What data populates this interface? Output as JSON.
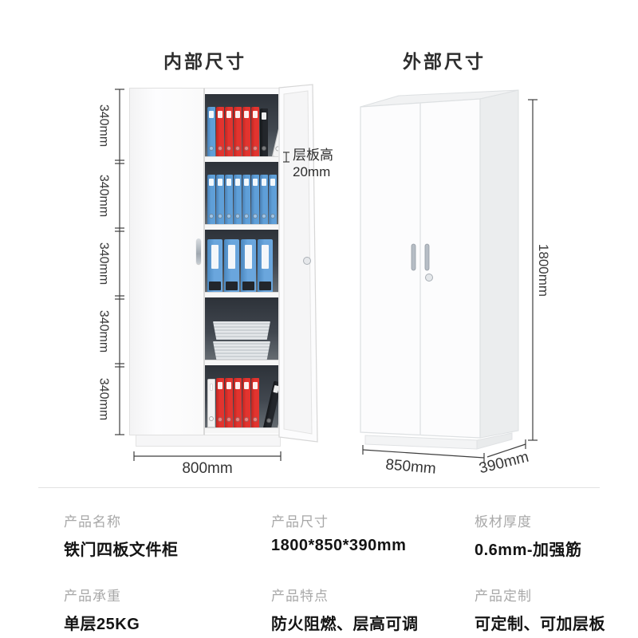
{
  "header": {
    "internal_title": "内部尺寸",
    "external_title": "外部尺寸"
  },
  "internal_diagram": {
    "shelf_heights": [
      "340mm",
      "340mm",
      "340mm",
      "340mm",
      "340mm"
    ],
    "width_label": "800mm",
    "shelf_note": [
      "层板高",
      "20mm"
    ],
    "shelves": [
      {
        "type": "binders",
        "items": [
          "blue",
          "red",
          "red",
          "red",
          "red",
          "red",
          "black",
          "white-tilt"
        ]
      },
      {
        "type": "binders",
        "items": [
          "blue",
          "blue",
          "blue",
          "blue",
          "blue",
          "blue",
          "blue",
          "blue"
        ]
      },
      {
        "type": "fileboxes",
        "count": 4
      },
      {
        "type": "baskets",
        "count": 2
      },
      {
        "type": "binders",
        "items": [
          "white",
          "red",
          "red",
          "red",
          "red",
          "red",
          "black-tilt",
          "white-tilt"
        ]
      }
    ]
  },
  "external_diagram": {
    "height_label": "1800mm",
    "width_label": "850mm",
    "depth_label": "390mm"
  },
  "specs": [
    {
      "label": "产品名称",
      "value": "铁门四板文件柜"
    },
    {
      "label": "产品尺寸",
      "value": "1800*850*390mm"
    },
    {
      "label": "板材厚度",
      "value": "0.6mm-加强筋"
    },
    {
      "label": "产品承重",
      "value": "单层25KG"
    },
    {
      "label": "产品特点",
      "value": "防火阻燃、层高可调"
    },
    {
      "label": "产品定制",
      "value": "可定制、可加层板"
    }
  ],
  "colors": {
    "binder_red": "#e2342f",
    "binder_blue": "#5f9fd8",
    "binder_black": "#23262b",
    "interior_dark": "#3e434b",
    "dimension": "#3e3e3e"
  }
}
